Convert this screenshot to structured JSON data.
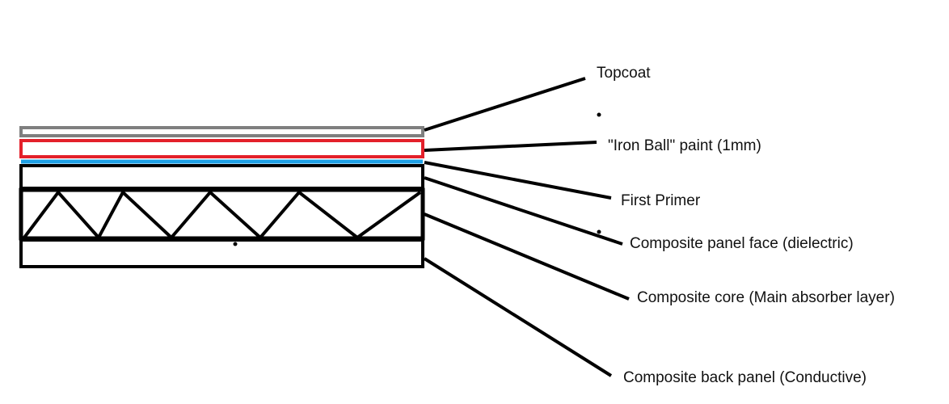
{
  "labels": {
    "topcoat": "Topcoat",
    "iron_ball_paint": "\"Iron Ball\" paint  (1mm)",
    "first_primer": "First Primer",
    "panel_face": "Composite panel face (dielectric)",
    "core": "Composite core   (Main absorber layer)",
    "back_panel": "Composite back panel (Conductive)"
  },
  "colors": {
    "topcoat": "#7f7f7f",
    "iron_ball_paint": "#e3202a",
    "first_primer": "#1ea0e6",
    "structure": "#000000",
    "background": "#ffffff"
  }
}
